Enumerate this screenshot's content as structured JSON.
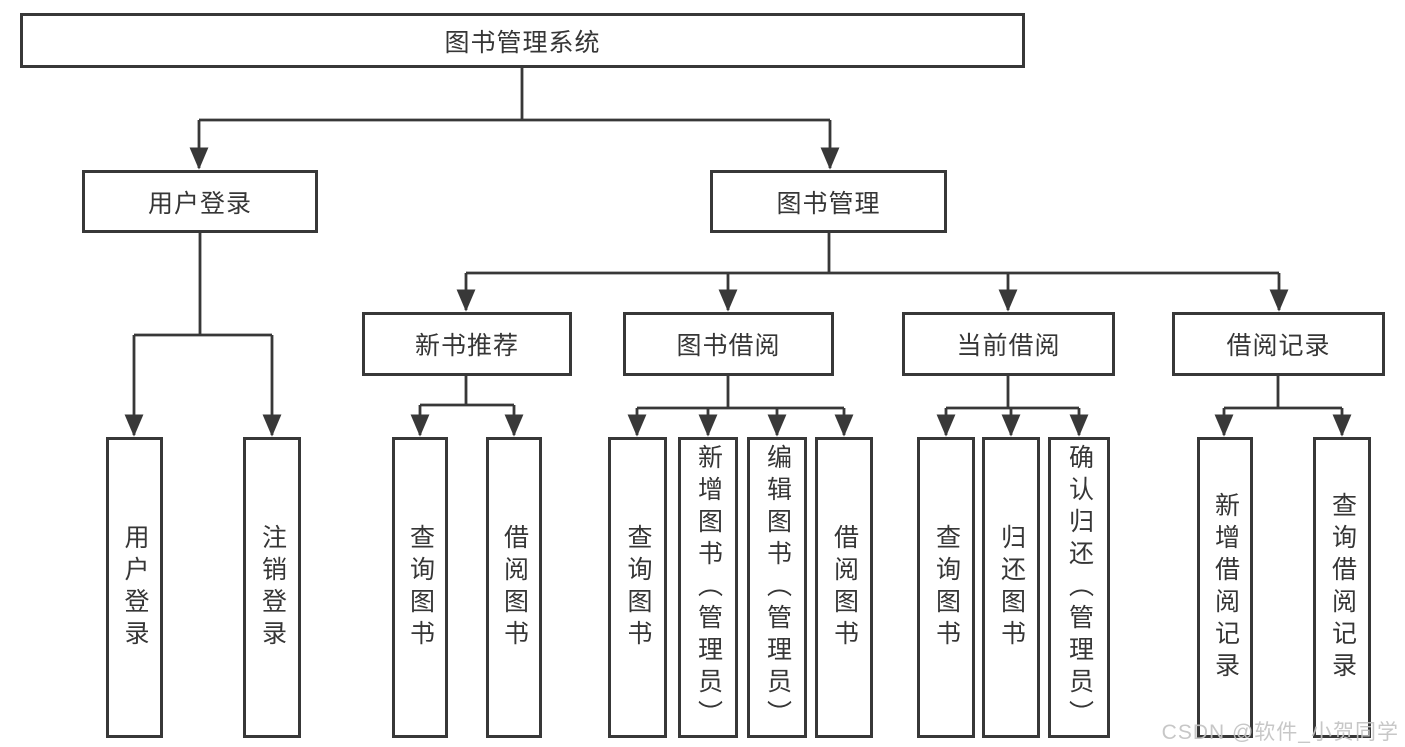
{
  "tree": {
    "root": "图书管理系统",
    "children": [
      {
        "label": "用户登录",
        "children": [
          {
            "label": "用户登录"
          },
          {
            "label": "注销登录"
          }
        ]
      },
      {
        "label": "图书管理",
        "children": [
          {
            "label": "新书推荐",
            "children": [
              {
                "label": "查询图书"
              },
              {
                "label": "借阅图书"
              }
            ]
          },
          {
            "label": "图书借阅",
            "children": [
              {
                "label": "查询图书"
              },
              {
                "label": "新增图书（管理员）"
              },
              {
                "label": "编辑图书（管理员）"
              },
              {
                "label": "借阅图书"
              }
            ]
          },
          {
            "label": "当前借阅",
            "children": [
              {
                "label": "查询图书"
              },
              {
                "label": "归还图书"
              },
              {
                "label": "确认归还（管理员）"
              }
            ]
          },
          {
            "label": "借阅记录",
            "children": [
              {
                "label": "新增借阅记录"
              },
              {
                "label": "查询借阅记录"
              }
            ]
          }
        ]
      }
    ]
  },
  "watermark": {
    "text": "CSDN @软件_小贺同学"
  },
  "colors": {
    "line": "#383838",
    "box_border": "#383838",
    "text": "#363636",
    "watermark": "#c3c3c3",
    "background": "#ffffff"
  }
}
